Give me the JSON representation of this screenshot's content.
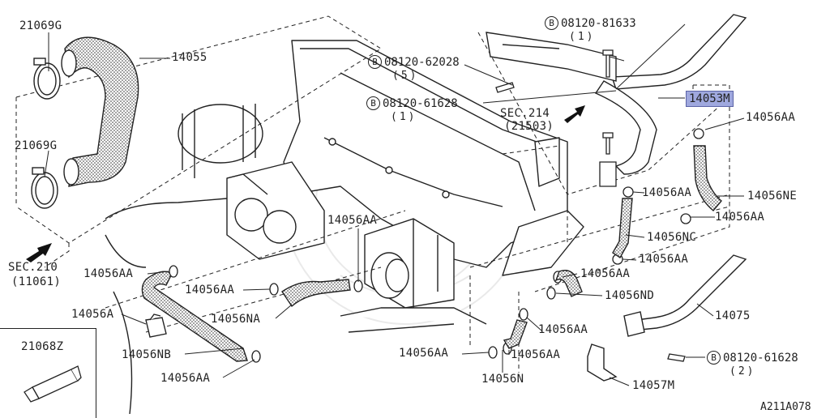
{
  "labels": {
    "p21069g_top": "21069G",
    "p14055": "14055",
    "p21069g_mid": "21069G",
    "sec210": "SEC.210",
    "sec210_sub": "(11061)",
    "p14056aa_l1": "14056AA",
    "p14056a": "14056A",
    "p14056nb": "14056NB",
    "p14056aa_l2": "14056AA",
    "p14056aa_c1": "14056AA",
    "p14056na": "14056NA",
    "p14056aa_c2": "14056AA",
    "sec214": "SEC.214",
    "sec214_sub": "(21503)",
    "p14053m": "14053M",
    "p14056aa_r1": "14056AA",
    "p14056ne": "14056NE",
    "p14056aa_r2": "14056AA",
    "p14056aa_r3": "14056AA",
    "p14056nc": "14056NC",
    "p14056aa_r4": "14056AA",
    "p14056aa_r5": "14056AA",
    "p14056nd": "14056ND",
    "p14056aa_r6": "14056AA",
    "p14075": "14075",
    "p14056aa_b1": "14056AA",
    "p14056aa_b2": "14056AA",
    "p14056n": "14056N",
    "p14057m": "14057M",
    "p21068z": "21068Z"
  },
  "bolts": {
    "b1": {
      "marker": "B",
      "part": "08120-81633",
      "qty": "(1)"
    },
    "b2": {
      "marker": "B",
      "part": "08120-62028",
      "qty": "(5)"
    },
    "b3": {
      "marker": "B",
      "part": "08120-61628",
      "qty": "(1)"
    },
    "b4": {
      "marker": "B",
      "part": "08120-61628",
      "qty": "(2)"
    }
  },
  "ref_code": "A211A078"
}
